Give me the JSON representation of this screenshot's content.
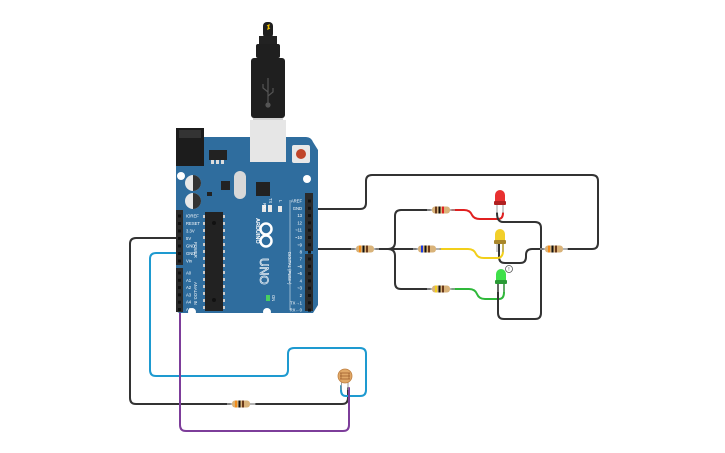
{
  "board": {
    "name": "Arduino Uno",
    "brand_label": "ARDUINO",
    "model_label": "UNO",
    "on_label": "ON",
    "tx_label": "TX",
    "rx_label": "RX",
    "l_label": "L",
    "power_header_label": "POWER",
    "analog_header_label": "ANALOG IN",
    "digital_header_label": "DIGITAL (PWM~)",
    "power_pins": [
      "IOREF",
      "RESET",
      "3.3V",
      "5V",
      "GND",
      "GND",
      "Vin"
    ],
    "analog_pins": [
      "A0",
      "A1",
      "A2",
      "A3",
      "A4",
      "A5"
    ],
    "digital_top_pins": [
      "AREF",
      "GND",
      "13",
      "12",
      "~11",
      "~10",
      "~9",
      "8"
    ],
    "digital_bottom_pins": [
      "7",
      "~6",
      "~5",
      "4",
      "~3",
      "2",
      "TX→1",
      "RX←0"
    ],
    "colors": {
      "pcb": "#2f6d9e",
      "pcb_edge": "#245a85",
      "header": "#2a2a2a",
      "chip": "#222222"
    }
  },
  "usb_cable": {
    "name": "USB cable",
    "plug_color": "#1f1f1f",
    "tip_color": "#f2c200"
  },
  "leds": [
    {
      "name": "led-red",
      "color": "#e83030",
      "body": "#b02020"
    },
    {
      "name": "led-yellow",
      "color": "#f2cf2a",
      "body": "#a8862a"
    },
    {
      "name": "led-green",
      "color": "#3fe04a",
      "body": "#2a9a35"
    }
  ],
  "led_warning_badge": "!",
  "resistors": [
    {
      "name": "resistor-red-led"
    },
    {
      "name": "resistor-yellow-led"
    },
    {
      "name": "resistor-green-led"
    },
    {
      "name": "resistor-pin8"
    },
    {
      "name": "resistor-gnd-right"
    },
    {
      "name": "resistor-ldr"
    }
  ],
  "photoresistor": {
    "name": "photoresistor",
    "color": "#e0a868"
  },
  "wire_colors": {
    "black": "#333333",
    "red": "#e02020",
    "yellow": "#f2cf1a",
    "green": "#2fb83a",
    "blue": "#1e9ad0",
    "purple": "#7d3d9a"
  }
}
